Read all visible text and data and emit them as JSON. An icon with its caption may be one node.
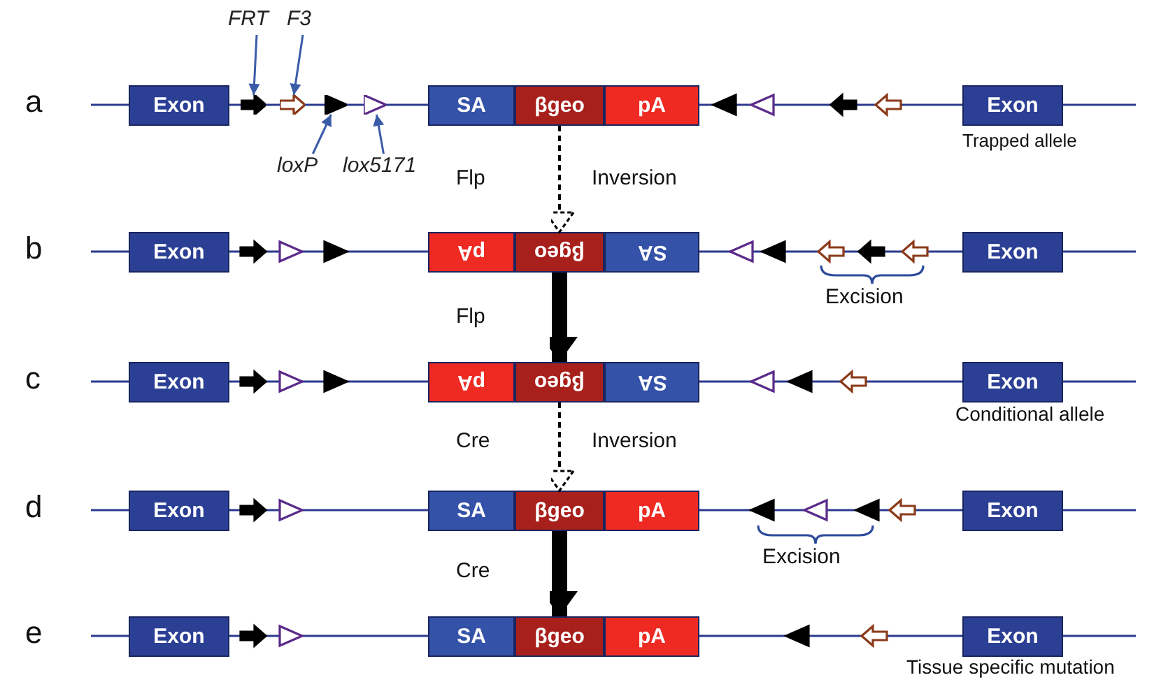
{
  "diagram": {
    "nodes": [
      {
        "text": [
          "FRT"
        ]
      },
      {
        "text": [
          "F3"
        ]
      },
      {
        "text": [
          "Exon"
        ]
      },
      {
        "text": [],
        "shape": "arrow"
      },
      {
        "text": [],
        "shape": "arrow"
      },
      {
        "text": [],
        "shape": "triangle"
      },
      {
        "text": [],
        "shape": "triangle"
      },
      {
        "text": [
          "SA"
        ]
      },
      {
        "text": [
          "βgeo"
        ]
      },
      {
        "text": [
          "pA"
        ]
      },
      {
        "text": [
          "Exon"
        ]
      },
      {
        "text": [
          "loxP"
        ]
      },
      {
        "text": [
          "lox5171"
        ]
      },
      {
        "text": [
          "Exon"
        ]
      },
      {
        "text": [
          "pA"
        ]
      },
      {
        "text": [
          "βgeo"
        ]
      },
      {
        "text": [
          "SA"
        ]
      },
      {
        "text": [
          "Exon"
        ]
      },
      {
        "text": [
          "Exon"
        ]
      },
      {
        "text": [
          "pA"
        ]
      },
      {
        "text": [
          "βgeo"
        ]
      },
      {
        "text": [
          "SA"
        ]
      },
      {
        "text": [
          "Exon"
        ]
      },
      {
        "text": [
          "Exon"
        ]
      },
      {
        "text": [
          "SA"
        ]
      },
      {
        "text": [
          "βgeo"
        ]
      },
      {
        "text": [
          "pA"
        ]
      },
      {
        "text": [
          "Exon"
        ]
      },
      {
        "text": [
          "Exon"
        ]
      },
      {
        "text": [
          "SA"
        ]
      },
      {
        "text": [
          "βgeo"
        ]
      },
      {
        "text": [
          "pA"
        ]
      },
      {
        "text": [
          "Exon"
        ]
      }
    ],
    "edges": [
      {
        "from": 0,
        "to": 3,
        "arrow": "to",
        "color": "#3a5ba8"
      },
      {
        "from": 1,
        "to": 4,
        "arrow": "to",
        "color": "#3a5ba8"
      },
      {
        "from": 11,
        "to": 5,
        "arrow": "to",
        "color": "#3a5ba8"
      },
      {
        "from": 12,
        "to": 6,
        "arrow": "to",
        "color": "#3a5ba8"
      },
      {
        "from": 8,
        "to": 15,
        "arrow": "to",
        "style": "dashed",
        "color": "#000000"
      },
      {
        "from": 15,
        "to": 20,
        "arrow": "to",
        "style": "thick",
        "color": "#000000"
      },
      {
        "from": 20,
        "to": 25,
        "arrow": "to",
        "style": "dashed",
        "color": "#000000"
      },
      {
        "from": 25,
        "to": 30,
        "arrow": "to",
        "style": "thick",
        "color": "#000000"
      }
    ],
    "labels": [
      "a",
      "Trapped allele",
      "Flp",
      "Inversion",
      "b",
      "Excision",
      "Flp",
      "c",
      "Conditional allele",
      "Cre",
      "Inversion",
      "d",
      "Excision",
      "Cre",
      "e",
      "Tissue specific mutation"
    ]
  }
}
